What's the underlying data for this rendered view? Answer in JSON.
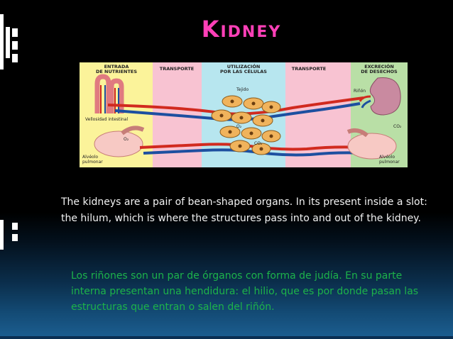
{
  "slide": {
    "title": "Kidney",
    "paragraph_en": "The kidneys are a pair of bean-shaped organs. In its present inside a slot: the hilum, which is where the structures pass into and out of the kidney.",
    "paragraph_es": "Los riñones son un par de órganos con forma de judía. En su parte interna presentan una hendidura: el hilio, que es por donde pasan las estructuras que entran o salen del riñón."
  },
  "figure": {
    "header_entrada_1": "ENTRADA",
    "header_entrada_2": "DE NUTRIENTES",
    "header_transporte_1": "TRANSPORTE",
    "header_utilizacion_1": "UTILIZACIÓN",
    "header_utilizacion_2": "POR LAS CÉLULAS",
    "header_transporte_2": "TRANSPORTE",
    "header_excrecion_1": "EXCRECIÓN",
    "header_excrecion_2": "DE DESECHOS",
    "label_tejido": "Tejido",
    "label_rinon": "Riñón",
    "label_vellosidad": "Vellosidad intestinal",
    "label_co2_right": "CO₂",
    "label_o2_left": "O₂",
    "label_alveolo_left_1": "Alvéolo",
    "label_alveolo_left_2": "pulmonar",
    "label_alveolo_right_1": "Alvéolo",
    "label_alveolo_right_2": "pulmonar",
    "label_o2_cells": "O₂",
    "label_co2_cells": "CO₂",
    "colors": {
      "entrada_bg": "#fbf39a",
      "transporte_bg": "#f8c3d2",
      "utilizacion_bg": "#b7e6ef",
      "excrecion_bg": "#b9dfa6",
      "artery": "#d12a1f",
      "vein": "#1d4fa0"
    }
  }
}
